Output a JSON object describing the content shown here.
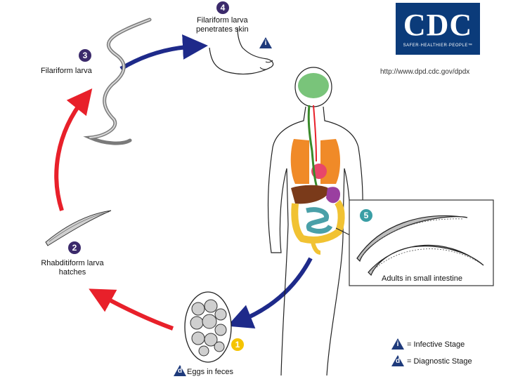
{
  "logo": {
    "text": "CDC",
    "tagline": "SAFER·HEALTHIER·PEOPLE™",
    "url": "http://www.dpd.cdc.gov/dpdx"
  },
  "steps": [
    {
      "number": "1",
      "label": "Eggs in feces",
      "color": "#f5c400"
    },
    {
      "number": "2",
      "label_line1": "Rhabditiform larva",
      "label_line2": "hatches",
      "color": "#3b2a6b"
    },
    {
      "number": "3",
      "label": "Filariform larva",
      "color": "#3b2a6b"
    },
    {
      "number": "4",
      "label_line1": "Filariform larva",
      "label_line2": "penetrates skin",
      "color": "#3b2a6b"
    },
    {
      "number": "5",
      "label": "Adults in small intestine",
      "color": "#3a9ea5"
    }
  ],
  "legend": {
    "infective_symbol": "i",
    "infective_label": "= Infective Stage",
    "diagnostic_symbol": "d",
    "diagnostic_label": "= Diagnostic Stage"
  },
  "colors": {
    "red_arrow": "#e8202a",
    "blue_arrow": "#1e2a8a",
    "cdc_blue": "#0b3b7a"
  }
}
